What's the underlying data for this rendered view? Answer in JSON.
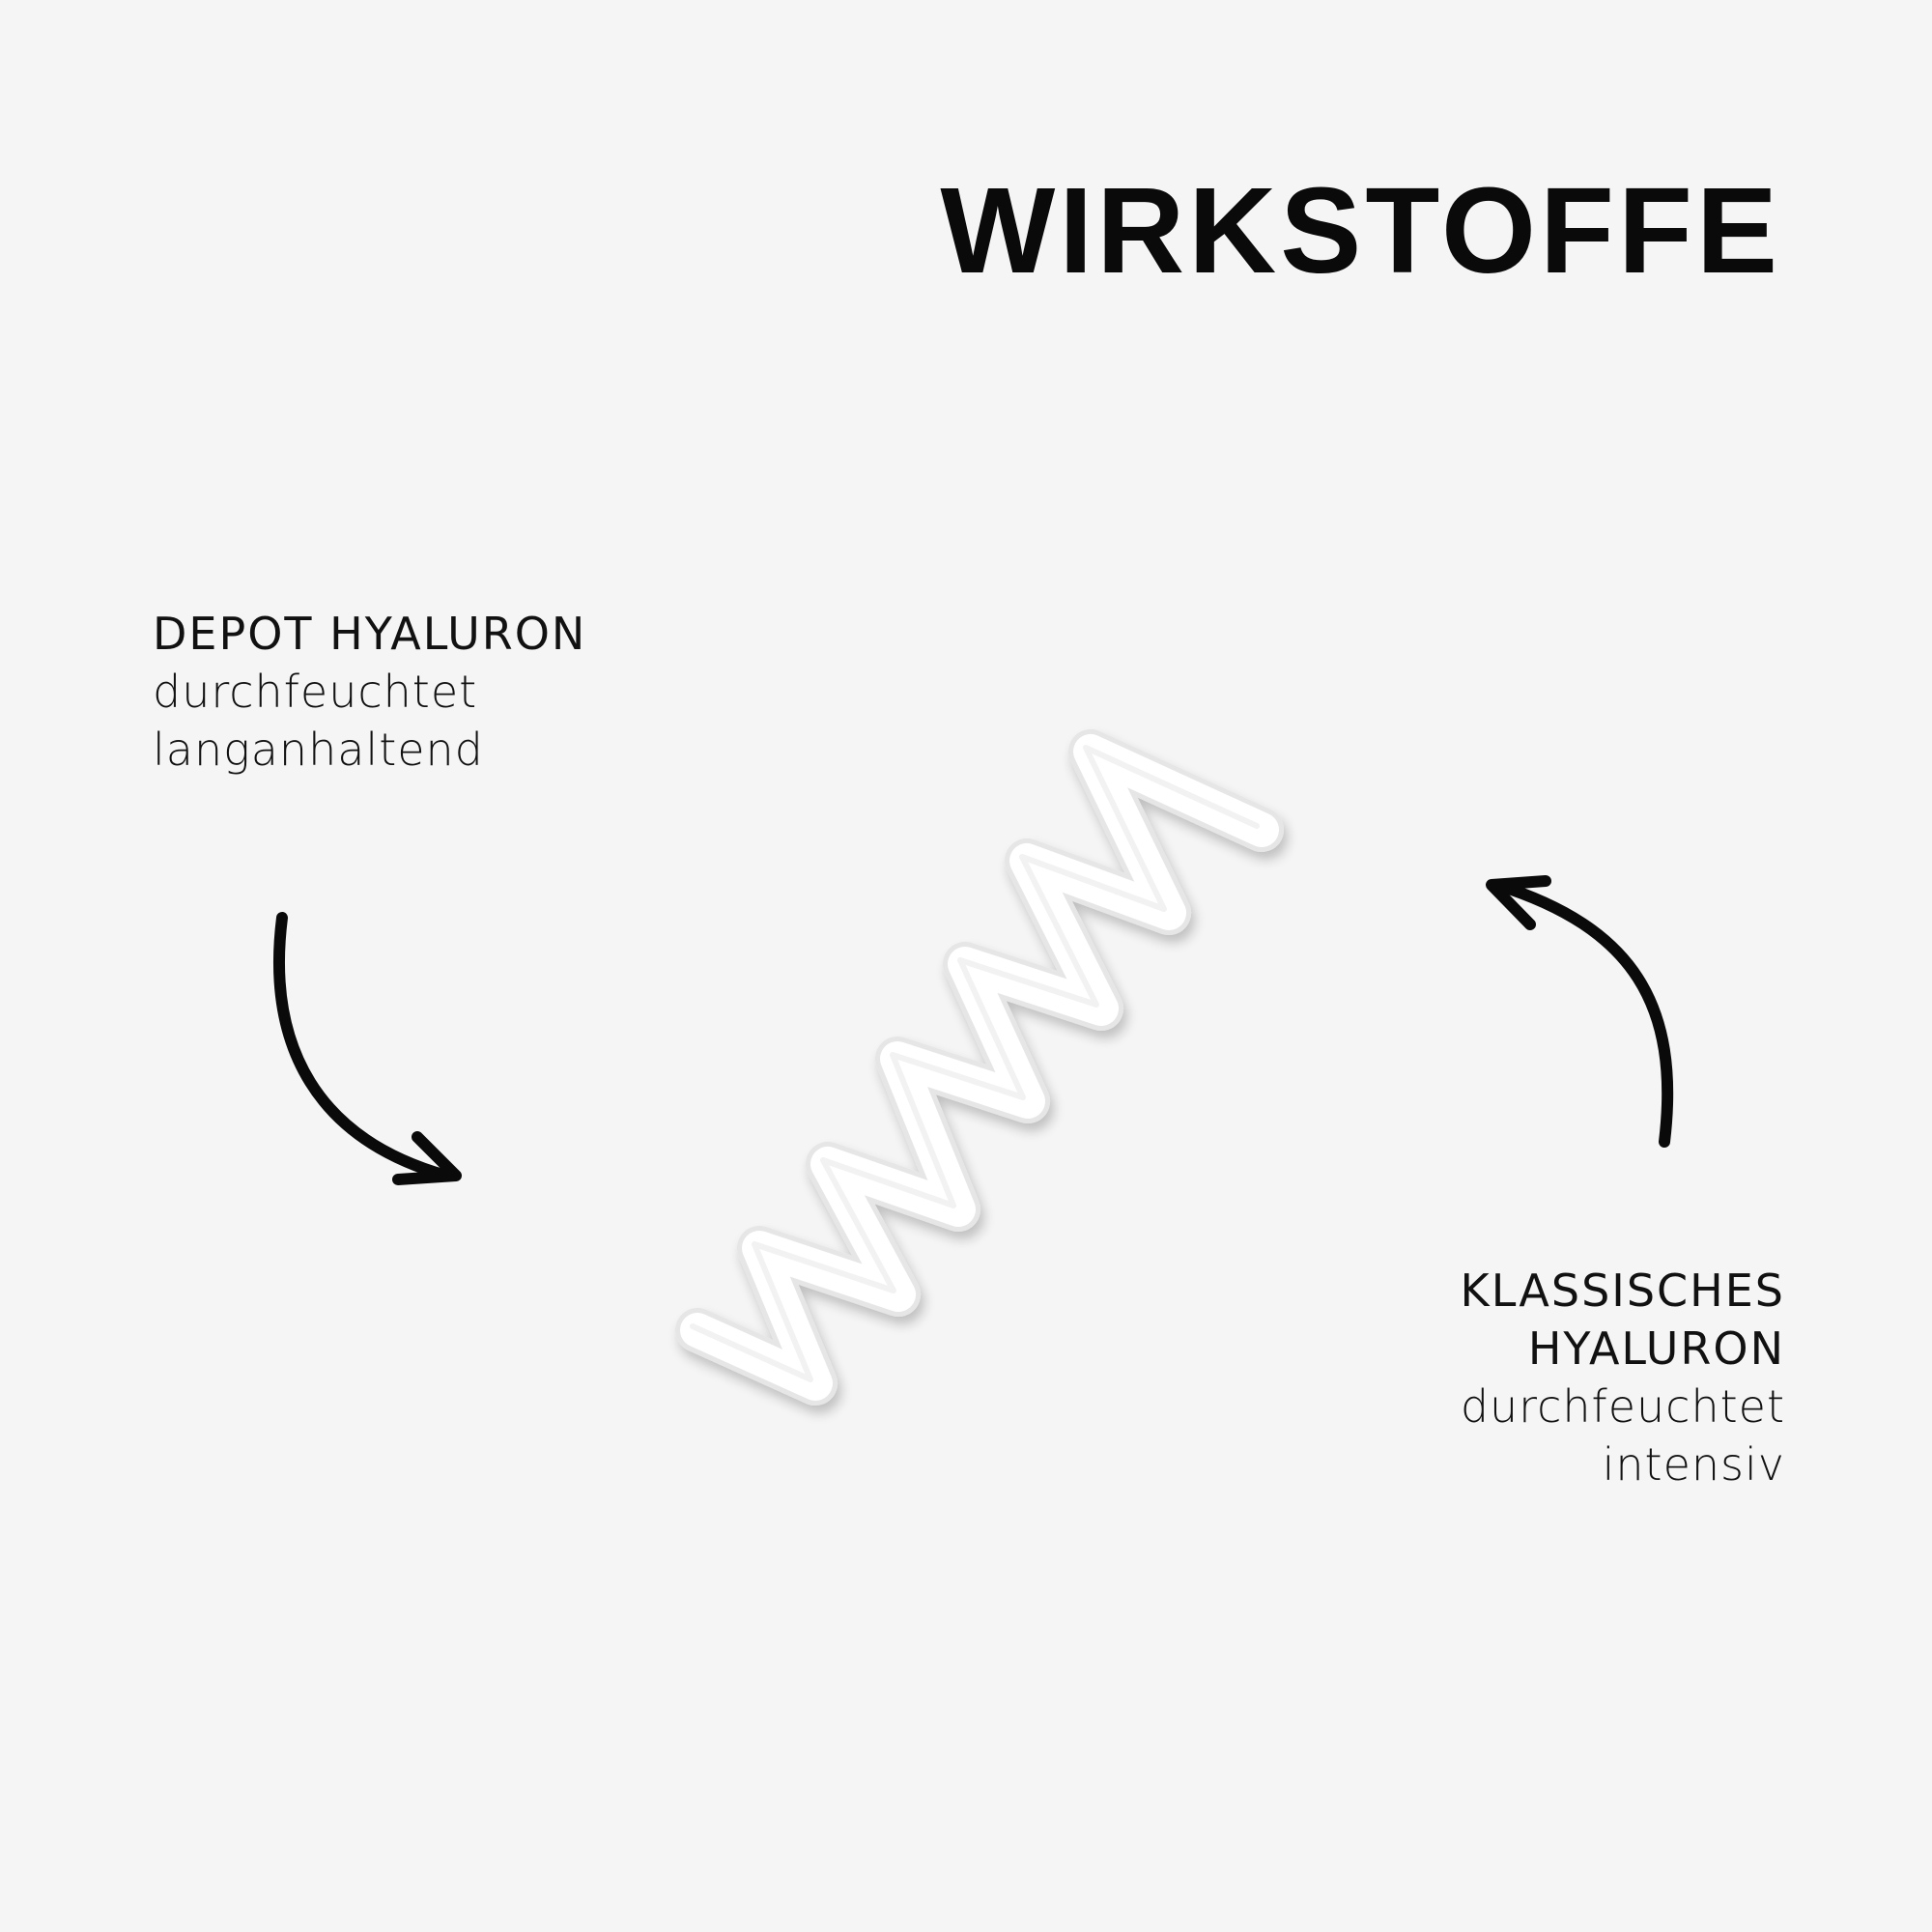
{
  "title": "WIRKSTOFFE",
  "left_label": {
    "heading": "DEPOT HYALURON",
    "line1": "durchfeuchtet",
    "line2": "langanhaltend"
  },
  "right_label": {
    "heading_line1": "KLASSISCHES",
    "heading_line2": "HYALURON",
    "line1": "durchfeuchtet",
    "line2": "intensiv"
  },
  "icons": {
    "left_arrow": "curved-arrow-down-right-icon",
    "right_arrow": "curved-arrow-up-left-icon",
    "swatch": "cream-swatch-squiggle"
  },
  "colors": {
    "background": "#f5f5f5",
    "text": "#111111",
    "cream": "#ffffff"
  }
}
